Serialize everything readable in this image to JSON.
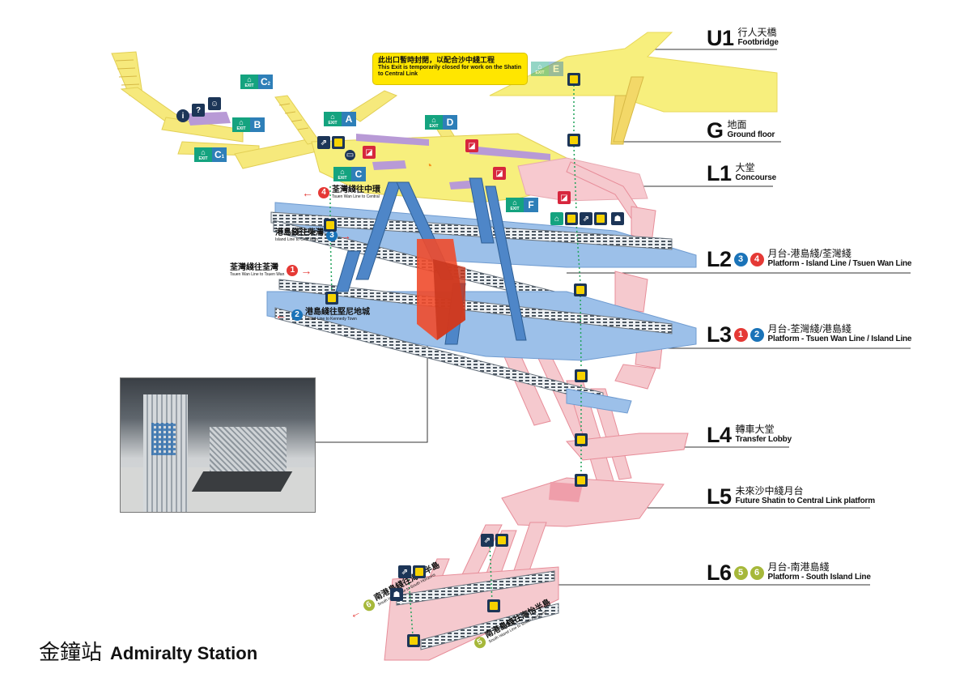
{
  "station": {
    "name_zh": "金鐘站",
    "name_en": "Admiralty Station"
  },
  "notice": {
    "text_zh": "此出口暫時封閉，以配合沙中綫工程",
    "text_en": "This Exit is temporarily closed for work on the Shatin to Central Link"
  },
  "colors": {
    "concourse": "#f7ef7d",
    "platform_blue": "#8fb8e6",
    "pink": "#f5c9ce",
    "exit_green": "#14a37f",
    "exit_blue": "#2e7fb8",
    "line_red": "#e53935",
    "line_blue": "#1a73b8",
    "line_green": "#a6b83a",
    "transfer_red": "#ef5a3a"
  },
  "levels": [
    {
      "id": "U1",
      "code": "U1",
      "zh": "行人天橋",
      "en": "Footbridge",
      "lines": []
    },
    {
      "id": "G",
      "code": "G",
      "zh": "地面",
      "en": "Ground floor",
      "lines": []
    },
    {
      "id": "L1",
      "code": "L1",
      "zh": "大堂",
      "en": "Concourse",
      "lines": []
    },
    {
      "id": "L2",
      "code": "L2",
      "zh": "月台-港島綫/荃灣綫",
      "en": "Platform - Island Line / Tsuen Wan Line",
      "lines": [
        {
          "n": "3",
          "color": "#1a73b8"
        },
        {
          "n": "4",
          "color": "#e53935"
        }
      ]
    },
    {
      "id": "L3",
      "code": "L3",
      "zh": "月台-荃灣綫/港島綫",
      "en": "Platform - Tsuen Wan Line / Island Line",
      "lines": [
        {
          "n": "1",
          "color": "#e53935"
        },
        {
          "n": "2",
          "color": "#1a73b8"
        }
      ]
    },
    {
      "id": "L4",
      "code": "L4",
      "zh": "轉車大堂",
      "en": "Transfer Lobby",
      "lines": []
    },
    {
      "id": "L5",
      "code": "L5",
      "zh": "未來沙中綫月台",
      "en": "Future Shatin to Central Link platform",
      "lines": []
    },
    {
      "id": "L6",
      "code": "L6",
      "zh": "月台-南港島綫",
      "en": "Platform - South Island Line",
      "lines": [
        {
          "n": "5",
          "color": "#a6b83a"
        },
        {
          "n": "6",
          "color": "#a6b83a"
        }
      ]
    }
  ],
  "directions": [
    {
      "id": "p4",
      "n": "4",
      "color": "#e53935",
      "zh": "荃灣綫往中環",
      "en": "Tsuen Wan Line to Central",
      "arrow": "←"
    },
    {
      "id": "p3",
      "n": "3",
      "color": "#1a73b8",
      "zh": "港島綫往柴灣",
      "en": "Island Line to Chai Wan",
      "arrow": "→"
    },
    {
      "id": "p1",
      "n": "1",
      "color": "#e53935",
      "zh": "荃灣綫往荃灣",
      "en": "Tsuen Wan Line to Tsuen Wan",
      "arrow": "→"
    },
    {
      "id": "p2",
      "n": "2",
      "color": "#1a73b8",
      "zh": "港島綫往堅尼地城",
      "en": "Island Line to Kennedy Town",
      "arrow": "←"
    },
    {
      "id": "p6",
      "n": "6",
      "color": "#a6b83a",
      "zh": "南港島綫往海怡半島",
      "en": "South Island Line to South Horizons",
      "arrow": "←"
    },
    {
      "id": "p5",
      "n": "5",
      "color": "#a6b83a",
      "zh": "南港島綫往海怡半島",
      "en": "South Island Line to South Horizons",
      "arrow": ""
    }
  ],
  "exits": [
    {
      "id": "c2",
      "letter": "C",
      "sub": "2",
      "closed": false
    },
    {
      "id": "b",
      "letter": "B",
      "sub": "",
      "closed": false
    },
    {
      "id": "a",
      "letter": "A",
      "sub": "",
      "closed": false
    },
    {
      "id": "d",
      "letter": "D",
      "sub": "",
      "closed": false
    },
    {
      "id": "c1",
      "letter": "C",
      "sub": "1",
      "closed": false
    },
    {
      "id": "c",
      "letter": "C",
      "sub": "",
      "closed": false
    },
    {
      "id": "f",
      "letter": "F",
      "sub": "",
      "closed": false
    },
    {
      "id": "e",
      "letter": "E",
      "sub": "",
      "closed": true
    }
  ],
  "exit_word": "EXIT",
  "icon_names": {
    "lift": "lift-icon",
    "escalator": "escalator-icon",
    "info": "info-icon",
    "toilet": "toilet-icon",
    "ticket": "ticket-machine-icon",
    "customer_service": "customer-service-icon",
    "wifi": "wifi-icon"
  }
}
